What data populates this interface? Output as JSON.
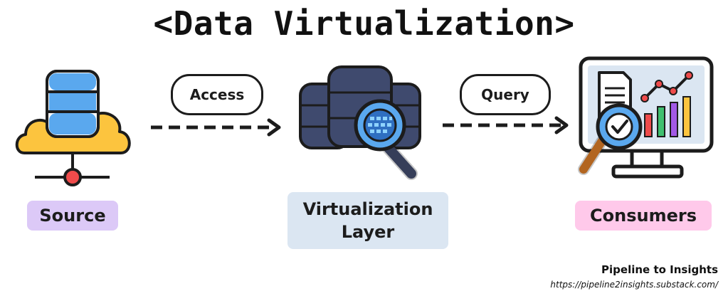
{
  "title": "<Data Virtualization>",
  "edges": [
    {
      "label": "Access",
      "color": "#dbe6f2"
    },
    {
      "label": "Query",
      "color": "#ffc9ea"
    }
  ],
  "nodes": {
    "source": {
      "label": "Source",
      "color": "#dcc9f7"
    },
    "virtualization": {
      "line1": "Virtualization",
      "line2": "Layer",
      "color": "#dbe6f2"
    },
    "consumers": {
      "label": "Consumers",
      "color": "#ffc9ea"
    }
  },
  "footer": {
    "title": "Pipeline to Insights",
    "url": "https://pipeline2insights.substack.com/"
  }
}
